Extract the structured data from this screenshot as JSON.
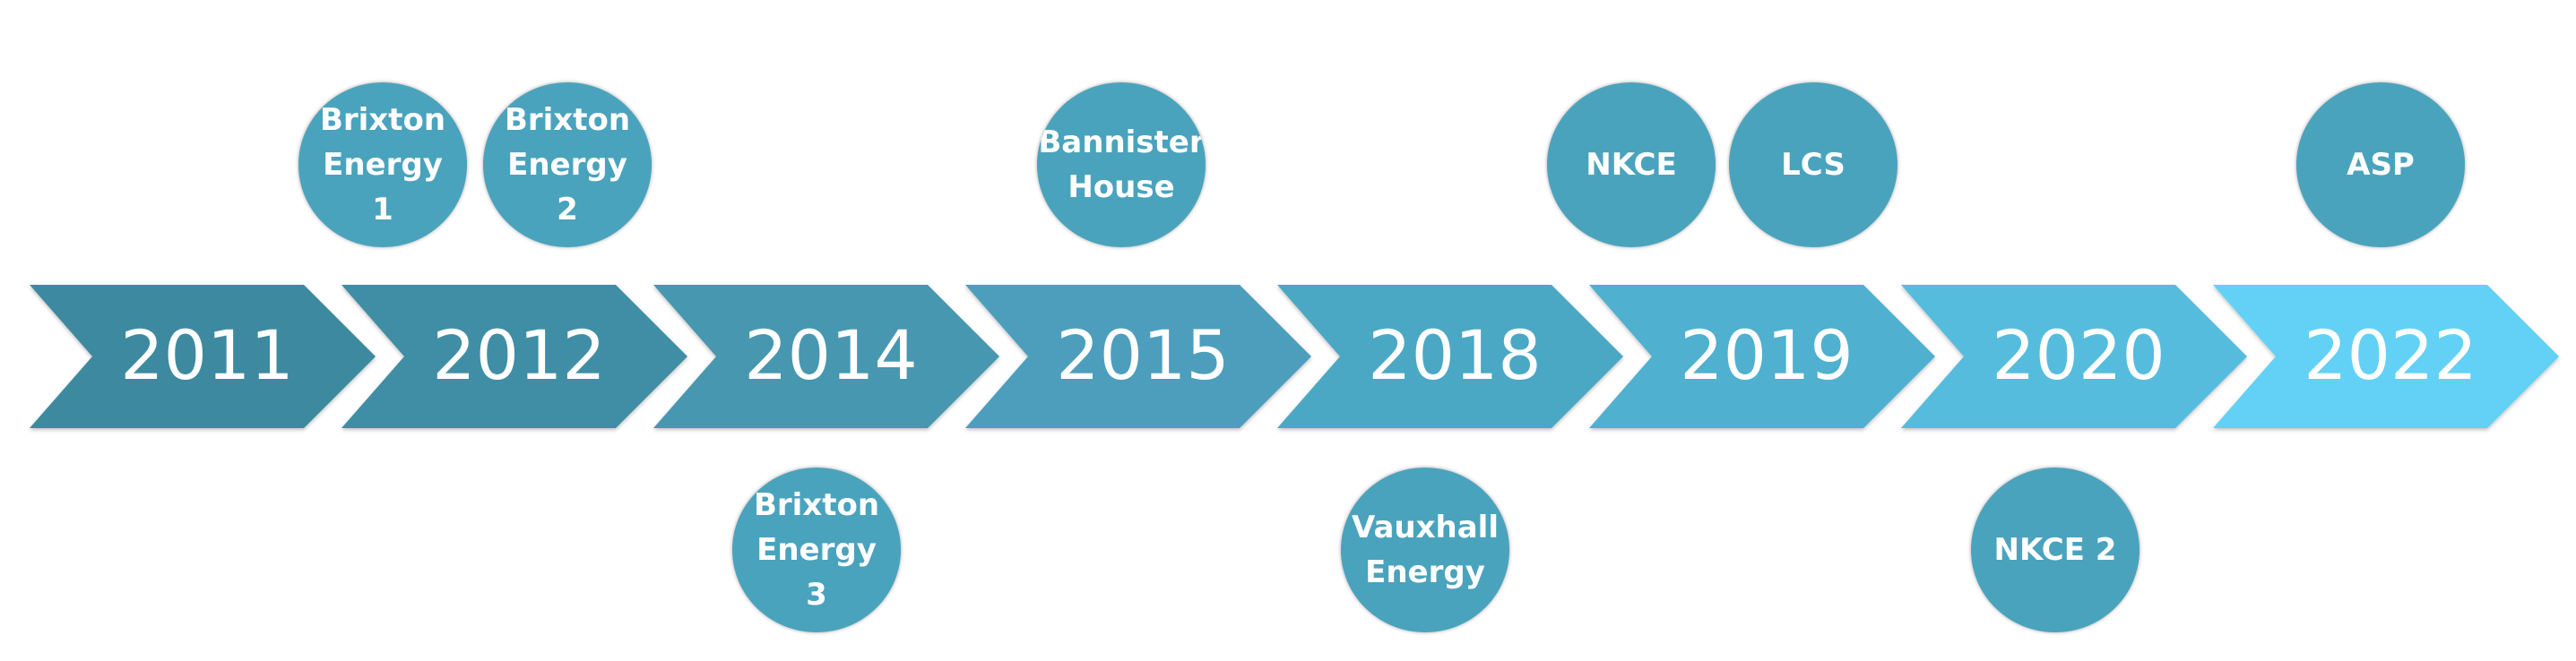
{
  "timeline": {
    "years": [
      {
        "label": "2011",
        "color": "#3d8aa0"
      },
      {
        "label": "2012",
        "color": "#3f8ea5"
      },
      {
        "label": "2014",
        "color": "#4697b0"
      },
      {
        "label": "2015",
        "color": "#4d9ebd"
      },
      {
        "label": "2018",
        "color": "#4ca8c4"
      },
      {
        "label": "2019",
        "color": "#50b0cf"
      },
      {
        "label": "2020",
        "color": "#57bcdd"
      },
      {
        "label": "2022",
        "color": "#62d1f5"
      }
    ],
    "projects": {
      "brixton_energy_1": "Brixton\nEnergy\n1",
      "brixton_energy_2": "Brixton\nEnergy\n2",
      "brixton_energy_3": "Brixton\nEnergy\n3",
      "bannister_house": "Bannister\nHouse",
      "vauxhall_energy": "Vauxhall\nEnergy",
      "nkce": "NKCE",
      "lcs": "LCS",
      "nkce_2": "NKCE 2",
      "asp": "ASP"
    },
    "bubble_color": "#4aa3bd"
  }
}
